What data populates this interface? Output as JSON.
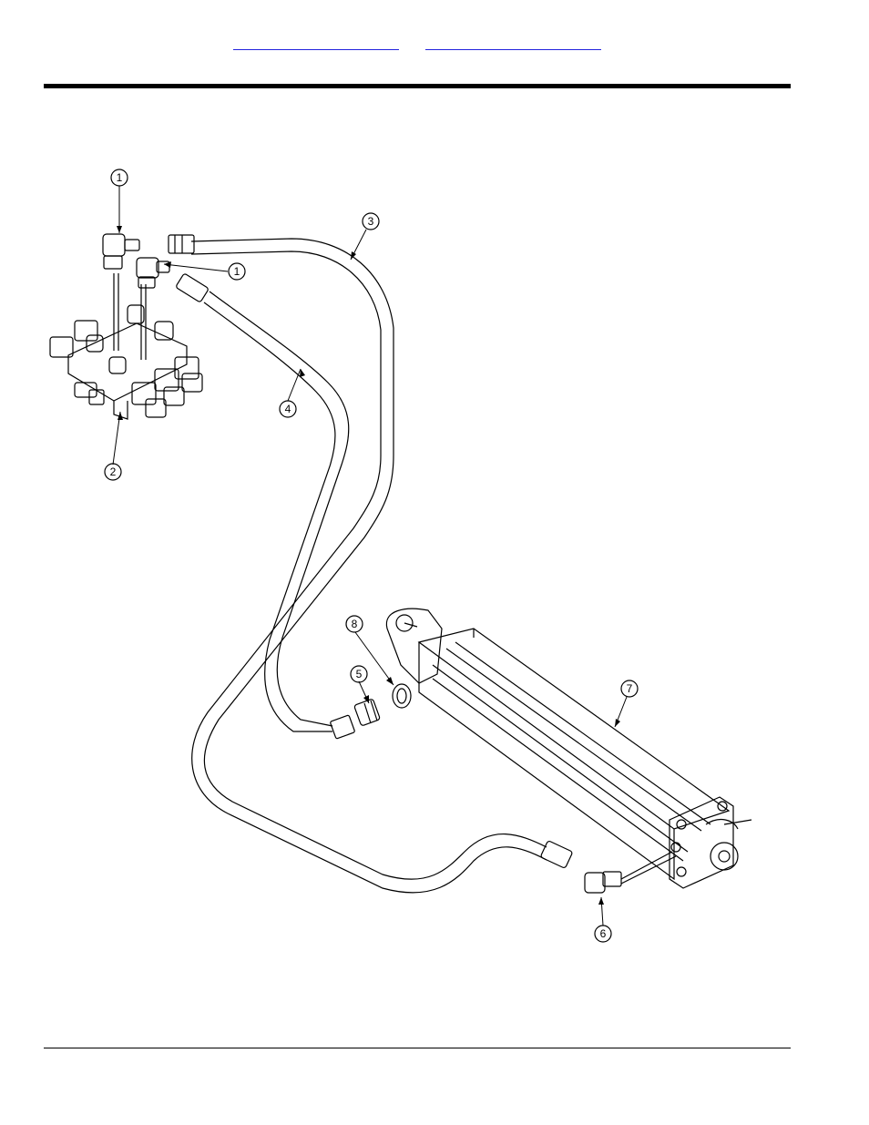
{
  "header": {
    "links": [
      {
        "label": ""
      },
      {
        "label": ""
      }
    ]
  },
  "diagram": {
    "callouts": [
      {
        "label": "1"
      },
      {
        "label": "1"
      },
      {
        "label": "2"
      },
      {
        "label": "3"
      },
      {
        "label": "4"
      },
      {
        "label": "5"
      },
      {
        "label": "6"
      },
      {
        "label": "7"
      },
      {
        "label": "8"
      }
    ],
    "colors": {
      "line": "#000000",
      "link": "#2222dd"
    }
  }
}
